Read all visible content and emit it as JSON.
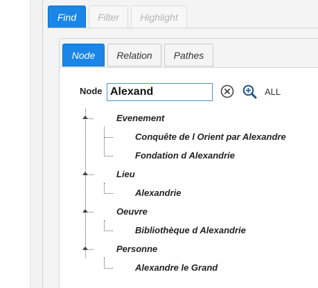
{
  "main_tabs": [
    {
      "label": "Find",
      "state": "active"
    },
    {
      "label": "Filter",
      "state": "disabled"
    },
    {
      "label": "Highlight",
      "state": "disabled"
    }
  ],
  "find_tabs": [
    {
      "label": "Node",
      "state": "active"
    },
    {
      "label": "Relation",
      "state": "inactive"
    },
    {
      "label": "Pathes",
      "state": "inactive"
    }
  ],
  "search": {
    "label": "Node",
    "value": "Alexand",
    "clear_icon": "circle-x-icon",
    "zoom_icon": "zoom-in-icon",
    "all_label": "ALL"
  },
  "tree": [
    {
      "category": "Evenement",
      "items": [
        "Conquête de l Orient par Alexandre",
        "Fondation d Alexandrie"
      ]
    },
    {
      "category": "Lieu",
      "items": [
        "Alexandrie"
      ]
    },
    {
      "category": "Oeuvre",
      "items": [
        "Bibliothèque d Alexandrie"
      ]
    },
    {
      "category": "Personne",
      "items": [
        "Alexandre le Grand"
      ]
    }
  ],
  "colors": {
    "accent": "#1a86e8",
    "panel_bg": "#f4f4f4",
    "input_border": "#4a90d9"
  }
}
